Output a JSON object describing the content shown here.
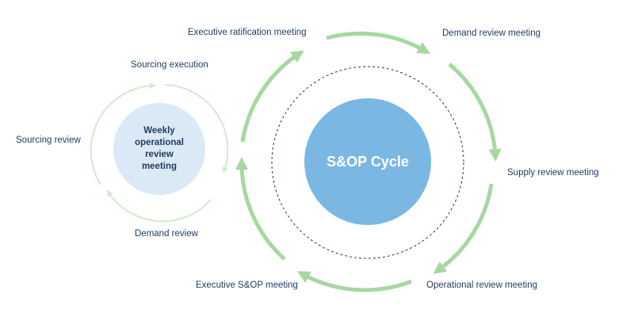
{
  "colors": {
    "text_dark": "#1f3a5f",
    "arrow_main": "#a6d8a0",
    "arrow_weekly": "#cfeccb",
    "sop_circle": "#7ab8e3",
    "sop_text": "#ffffff",
    "weekly_circle": "#dbe9f7",
    "dashed_ring": "#1f3a5f"
  },
  "sop_cycle": {
    "center_label": "S&OP Cycle",
    "steps": [
      {
        "label": "Executive ratification meeting"
      },
      {
        "label": "Demand review meeting"
      },
      {
        "label": "Supply review meeting"
      },
      {
        "label": "Operational review meeting"
      },
      {
        "label": "Executive S&OP meeting"
      }
    ]
  },
  "weekly_cycle": {
    "center_label": "Weekly\noperational\nreview\nmeeting",
    "steps": [
      {
        "label": "Sourcing execution"
      },
      {
        "label": "Sourcing review"
      },
      {
        "label": "Demand review"
      }
    ]
  }
}
